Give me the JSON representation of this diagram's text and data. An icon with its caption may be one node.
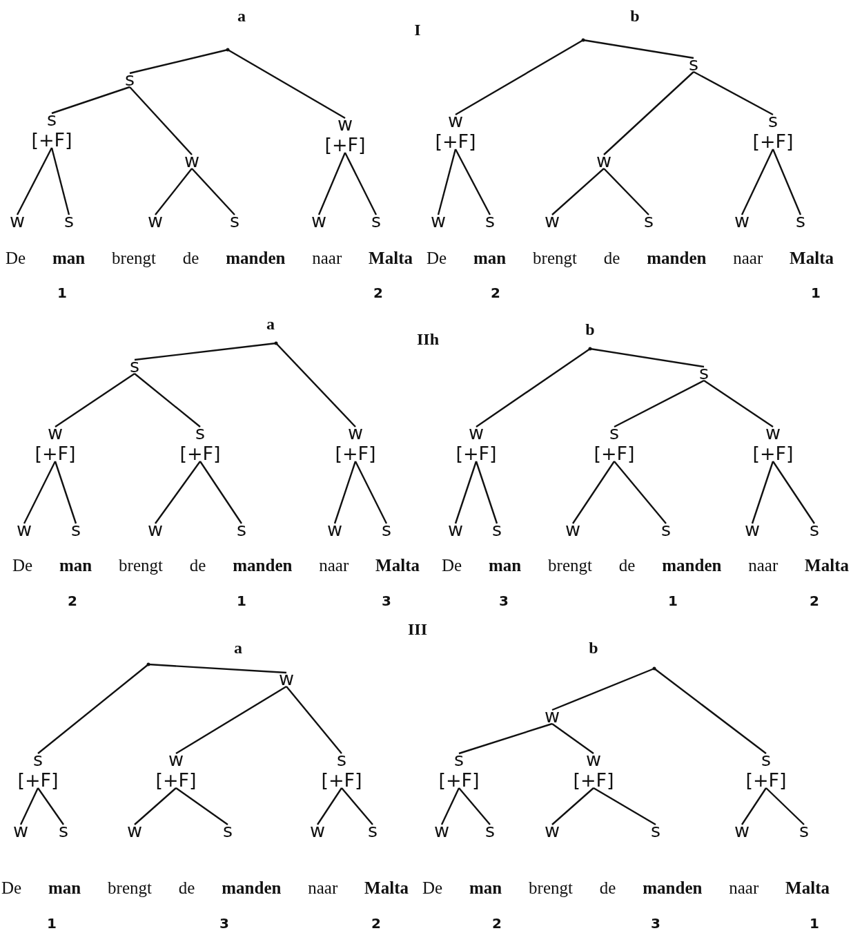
{
  "diagram": {
    "nodes": [
      {
        "text": [],
        "shape": "point"
      },
      {
        "text": [
          "s"
        ]
      },
      {
        "text": [
          "s",
          "[+F]"
        ]
      },
      {
        "text": [
          "w"
        ]
      },
      {
        "text": [
          "s"
        ]
      },
      {
        "text": [
          "w"
        ]
      },
      {
        "text": [
          "w"
        ]
      },
      {
        "text": [
          "s"
        ]
      },
      {
        "text": [
          "w",
          "[+F]"
        ]
      },
      {
        "text": [
          "w"
        ]
      },
      {
        "text": [
          "s"
        ]
      },
      {
        "text": [],
        "shape": "point"
      },
      {
        "text": [
          "w",
          "[+F]"
        ]
      },
      {
        "text": [
          "w"
        ]
      },
      {
        "text": [
          "s"
        ]
      },
      {
        "text": [
          "s"
        ]
      },
      {
        "text": [
          "w"
        ]
      },
      {
        "text": [
          "w"
        ]
      },
      {
        "text": [
          "s"
        ]
      },
      {
        "text": [
          "s",
          "[+F]"
        ]
      },
      {
        "text": [
          "w"
        ]
      },
      {
        "text": [
          "s"
        ]
      },
      {
        "text": [],
        "shape": "point"
      },
      {
        "text": [
          "s"
        ]
      },
      {
        "text": [
          "w",
          "[+F]"
        ]
      },
      {
        "text": [
          "w"
        ]
      },
      {
        "text": [
          "s"
        ]
      },
      {
        "text": [
          "s",
          "[+F]"
        ]
      },
      {
        "text": [
          "w"
        ]
      },
      {
        "text": [
          "s"
        ]
      },
      {
        "text": [
          "w",
          "[+F]"
        ]
      },
      {
        "text": [
          "w"
        ]
      },
      {
        "text": [
          "s"
        ]
      },
      {
        "text": [],
        "shape": "point"
      },
      {
        "text": [
          "w",
          "[+F]"
        ]
      },
      {
        "text": [
          "w"
        ]
      },
      {
        "text": [
          "s"
        ]
      },
      {
        "text": [
          "s"
        ]
      },
      {
        "text": [
          "s",
          "[+F]"
        ]
      },
      {
        "text": [
          "w"
        ]
      },
      {
        "text": [
          "s"
        ]
      },
      {
        "text": [
          "w",
          "[+F]"
        ]
      },
      {
        "text": [
          "w"
        ]
      },
      {
        "text": [
          "s"
        ]
      },
      {
        "text": [],
        "shape": "point"
      },
      {
        "text": [
          "s",
          "[+F]"
        ]
      },
      {
        "text": [
          "w"
        ]
      },
      {
        "text": [
          "s"
        ]
      },
      {
        "text": [
          "w"
        ]
      },
      {
        "text": [
          "w",
          "[+F]"
        ]
      },
      {
        "text": [
          "w"
        ]
      },
      {
        "text": [
          "s"
        ]
      },
      {
        "text": [
          "s",
          "[+F]"
        ]
      },
      {
        "text": [
          "w"
        ]
      },
      {
        "text": [
          "s"
        ]
      },
      {
        "text": [],
        "shape": "point"
      },
      {
        "text": [
          "w"
        ]
      },
      {
        "text": [
          "s",
          "[+F]"
        ]
      },
      {
        "text": [
          "w"
        ]
      },
      {
        "text": [
          "s"
        ]
      },
      {
        "text": [
          "w",
          "[+F]"
        ]
      },
      {
        "text": [
          "w"
        ]
      },
      {
        "text": [
          "s"
        ]
      },
      {
        "text": [
          "s",
          "[+F]"
        ]
      },
      {
        "text": [
          "w"
        ]
      },
      {
        "text": [
          "s"
        ]
      }
    ],
    "edges": [
      {
        "from": 0,
        "to": 1,
        "arrow": "none"
      },
      {
        "from": 1,
        "to": 2,
        "arrow": "none"
      },
      {
        "from": 2,
        "to": 3,
        "arrow": "none"
      },
      {
        "from": 2,
        "to": 4,
        "arrow": "none"
      },
      {
        "from": 1,
        "to": 5,
        "arrow": "none"
      },
      {
        "from": 5,
        "to": 6,
        "arrow": "none"
      },
      {
        "from": 5,
        "to": 7,
        "arrow": "none"
      },
      {
        "from": 0,
        "to": 8,
        "arrow": "none"
      },
      {
        "from": 8,
        "to": 9,
        "arrow": "none"
      },
      {
        "from": 8,
        "to": 10,
        "arrow": "none"
      },
      {
        "from": 11,
        "to": 12,
        "arrow": "none"
      },
      {
        "from": 12,
        "to": 13,
        "arrow": "none"
      },
      {
        "from": 12,
        "to": 14,
        "arrow": "none"
      },
      {
        "from": 11,
        "to": 15,
        "arrow": "none"
      },
      {
        "from": 15,
        "to": 16,
        "arrow": "none"
      },
      {
        "from": 16,
        "to": 17,
        "arrow": "none"
      },
      {
        "from": 16,
        "to": 18,
        "arrow": "none"
      },
      {
        "from": 15,
        "to": 19,
        "arrow": "none"
      },
      {
        "from": 19,
        "to": 20,
        "arrow": "none"
      },
      {
        "from": 19,
        "to": 21,
        "arrow": "none"
      },
      {
        "from": 22,
        "to": 23,
        "arrow": "none"
      },
      {
        "from": 23,
        "to": 24,
        "arrow": "none"
      },
      {
        "from": 24,
        "to": 25,
        "arrow": "none"
      },
      {
        "from": 24,
        "to": 26,
        "arrow": "none"
      },
      {
        "from": 23,
        "to": 27,
        "arrow": "none"
      },
      {
        "from": 27,
        "to": 28,
        "arrow": "none"
      },
      {
        "from": 27,
        "to": 29,
        "arrow": "none"
      },
      {
        "from": 22,
        "to": 30,
        "arrow": "none"
      },
      {
        "from": 30,
        "to": 31,
        "arrow": "none"
      },
      {
        "from": 30,
        "to": 32,
        "arrow": "none"
      },
      {
        "from": 33,
        "to": 34,
        "arrow": "none"
      },
      {
        "from": 34,
        "to": 35,
        "arrow": "none"
      },
      {
        "from": 34,
        "to": 36,
        "arrow": "none"
      },
      {
        "from": 33,
        "to": 37,
        "arrow": "none"
      },
      {
        "from": 37,
        "to": 38,
        "arrow": "none"
      },
      {
        "from": 38,
        "to": 39,
        "arrow": "none"
      },
      {
        "from": 38,
        "to": 40,
        "arrow": "none"
      },
      {
        "from": 37,
        "to": 41,
        "arrow": "none"
      },
      {
        "from": 41,
        "to": 42,
        "arrow": "none"
      },
      {
        "from": 41,
        "to": 43,
        "arrow": "none"
      },
      {
        "from": 44,
        "to": 45,
        "arrow": "none"
      },
      {
        "from": 45,
        "to": 46,
        "arrow": "none"
      },
      {
        "from": 45,
        "to": 47,
        "arrow": "none"
      },
      {
        "from": 44,
        "to": 48,
        "arrow": "none"
      },
      {
        "from": 48,
        "to": 49,
        "arrow": "none"
      },
      {
        "from": 49,
        "to": 50,
        "arrow": "none"
      },
      {
        "from": 49,
        "to": 51,
        "arrow": "none"
      },
      {
        "from": 48,
        "to": 52,
        "arrow": "none"
      },
      {
        "from": 52,
        "to": 53,
        "arrow": "none"
      },
      {
        "from": 52,
        "to": 54,
        "arrow": "none"
      },
      {
        "from": 55,
        "to": 56,
        "arrow": "none"
      },
      {
        "from": 56,
        "to": 57,
        "arrow": "none"
      },
      {
        "from": 57,
        "to": 58,
        "arrow": "none"
      },
      {
        "from": 57,
        "to": 59,
        "arrow": "none"
      },
      {
        "from": 56,
        "to": 60,
        "arrow": "none"
      },
      {
        "from": 60,
        "to": 61,
        "arrow": "none"
      },
      {
        "from": 60,
        "to": 62,
        "arrow": "none"
      },
      {
        "from": 55,
        "to": 63,
        "arrow": "none"
      },
      {
        "from": 63,
        "to": 64,
        "arrow": "none"
      },
      {
        "from": 63,
        "to": 65,
        "arrow": "none"
      }
    ],
    "labels": [
      "a",
      "b",
      "I",
      "De **man** brengt de **manden** naar **Malta**",
      "De **man** brengt de **manden** naar **Malta**",
      "1",
      "2",
      "2",
      "1",
      "a",
      "IIh",
      "b",
      "De **man** brengt de **manden** naar **Malta**",
      "De **man** brengt de **manden** naar **Malta**",
      "2",
      "1",
      "3",
      "3",
      "1",
      "2",
      "III",
      "a",
      "b",
      "De **man** brengt de **manden** naar **Malta**",
      "De **man** brengt de **manden** naar **Malta**",
      "1",
      "3",
      "2",
      "2",
      "3",
      "1"
    ]
  }
}
